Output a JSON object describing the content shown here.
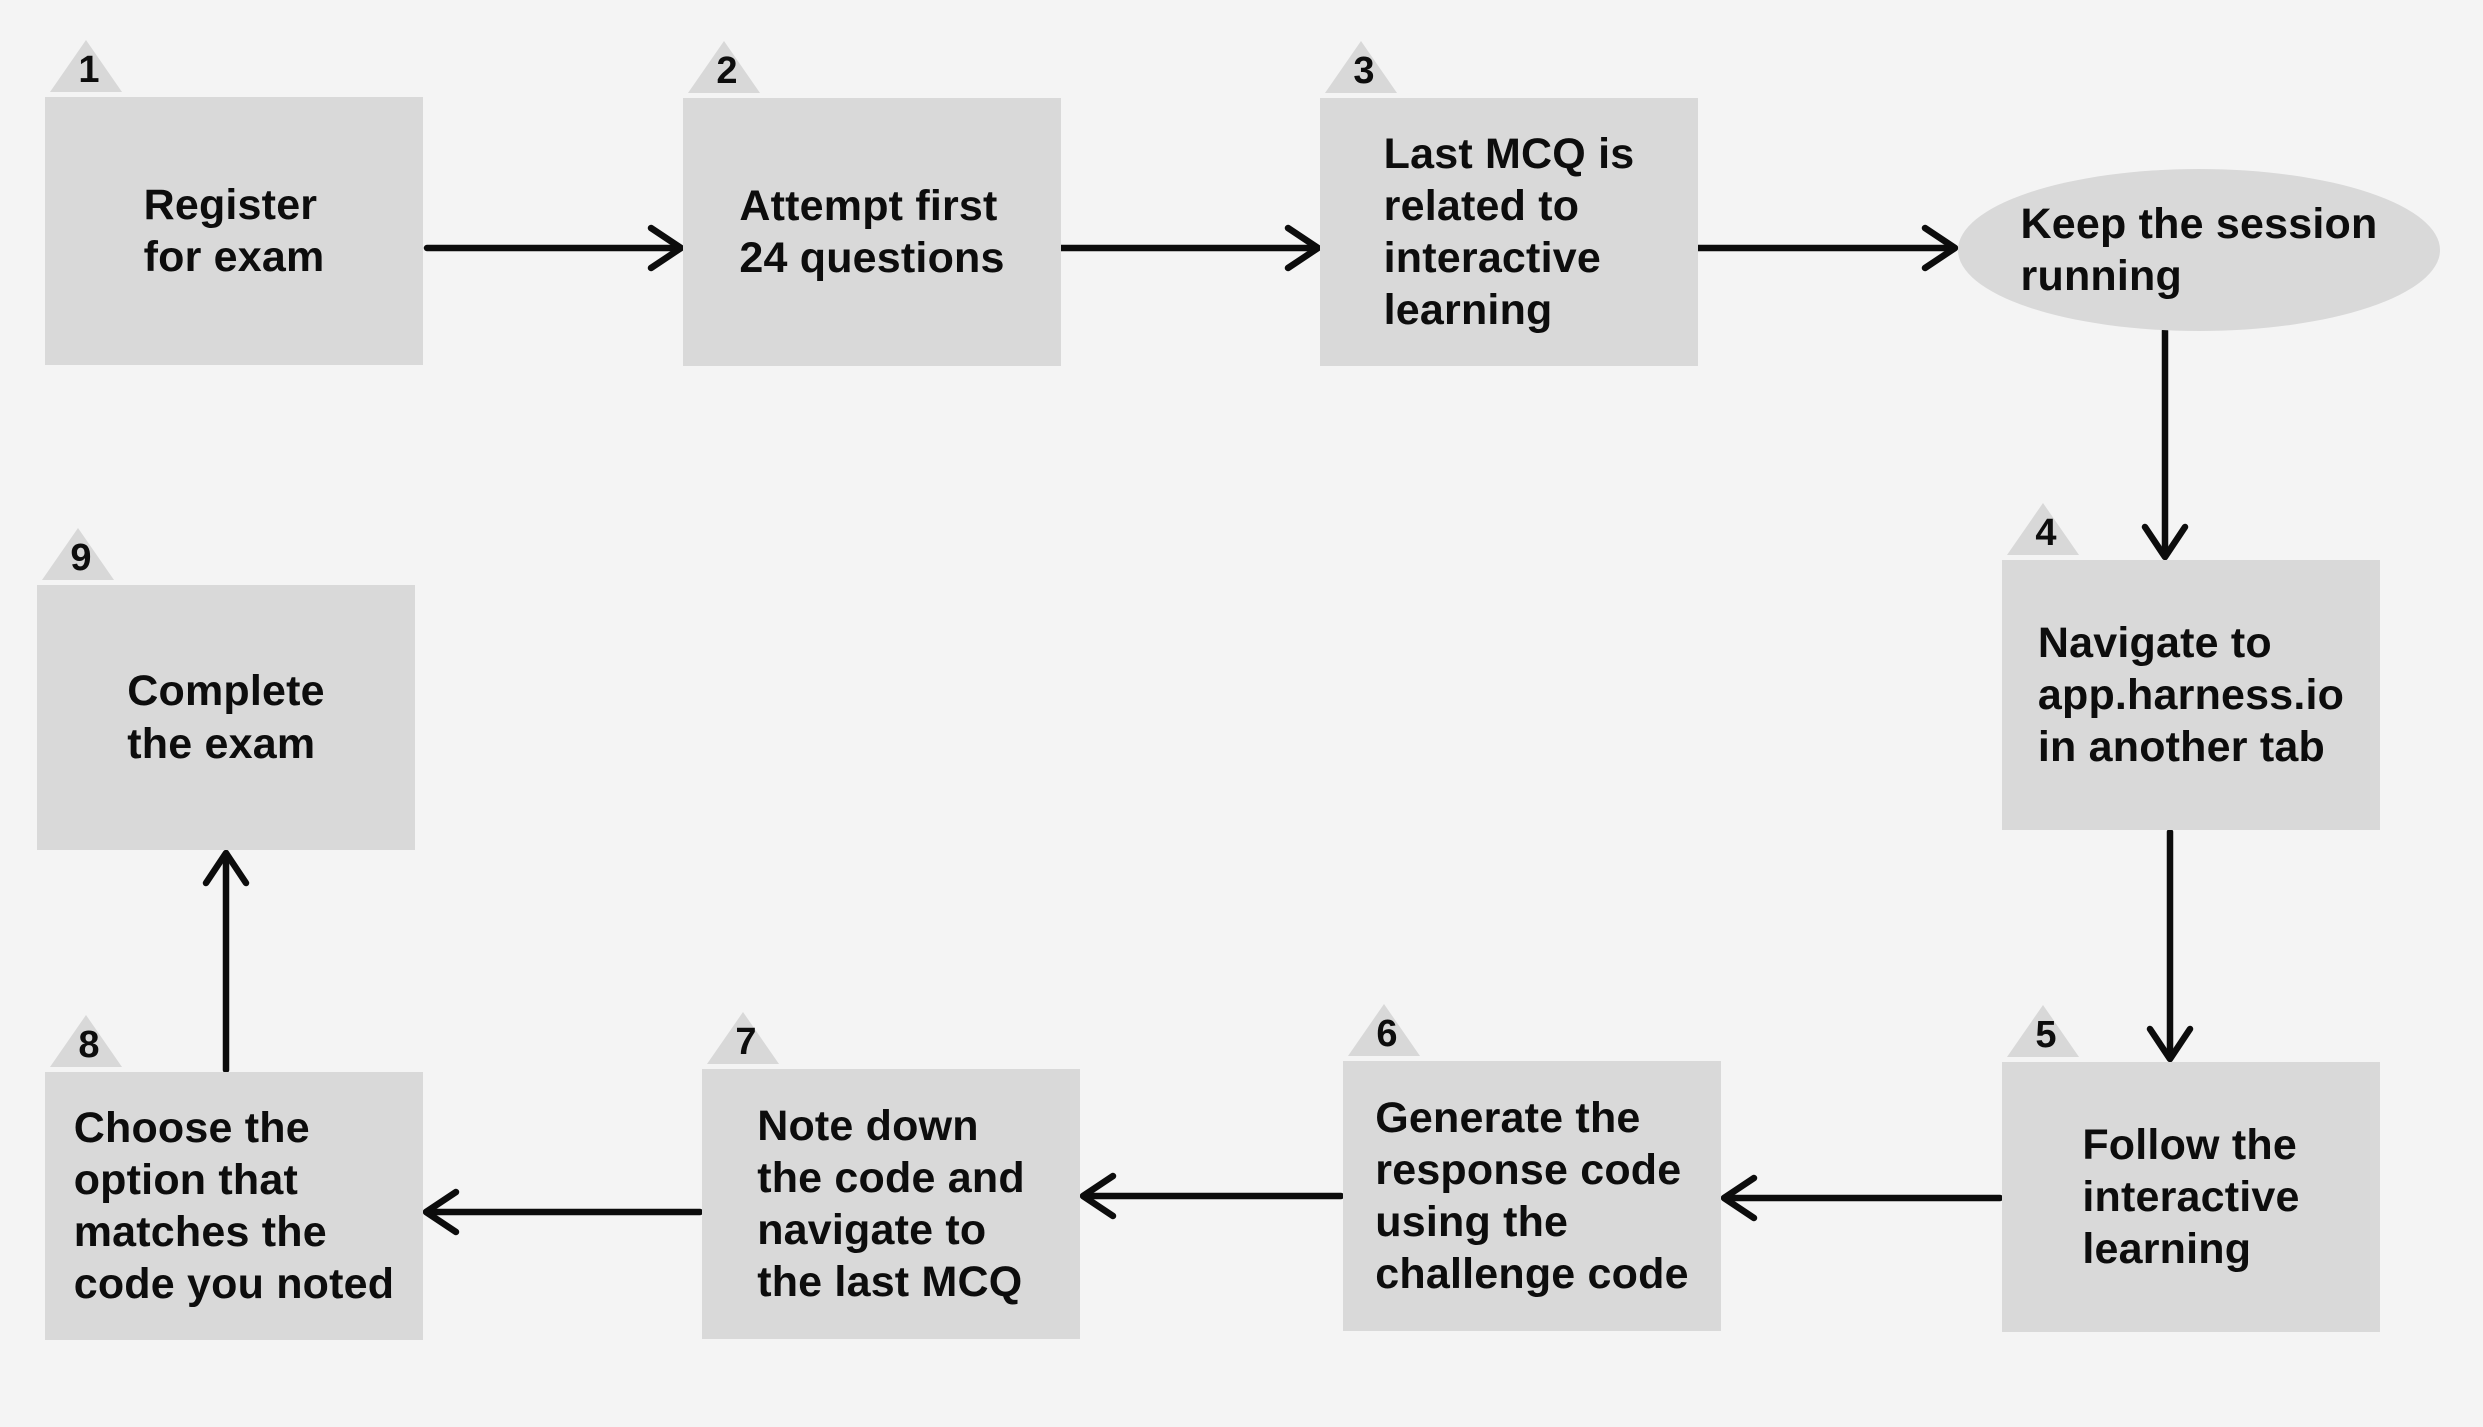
{
  "colors": {
    "background": "#f4f4f4",
    "node_fill": "#d9d9d9",
    "badge_fill": "#d8d8d8",
    "line": "#0c0c0c",
    "text": "#0d0d0d"
  },
  "nodes": [
    {
      "num": "1",
      "shape": "rect",
      "label": "Register\nfor exam"
    },
    {
      "num": "2",
      "shape": "rect",
      "label": "Attempt first\n24 questions"
    },
    {
      "num": "3",
      "shape": "rect",
      "label": "Last MCQ is\nrelated to\ninteractive\nlearning"
    },
    {
      "num": "",
      "shape": "ellipse",
      "label": "Keep the session\nrunning"
    },
    {
      "num": "4",
      "shape": "rect",
      "label": "Navigate to\napp.harness.io\nin another tab"
    },
    {
      "num": "5",
      "shape": "rect",
      "label": "Follow the\ninteractive\nlearning"
    },
    {
      "num": "6",
      "shape": "rect",
      "label": "Generate the\nresponse code\nusing the\nchallenge code"
    },
    {
      "num": "7",
      "shape": "rect",
      "label": "Note down\nthe code and\nnavigate to\nthe last MCQ"
    },
    {
      "num": "8",
      "shape": "rect",
      "label": "Choose the\noption that\nmatches the\ncode you noted"
    },
    {
      "num": "9",
      "shape": "rect",
      "label": "Complete\nthe exam"
    }
  ]
}
